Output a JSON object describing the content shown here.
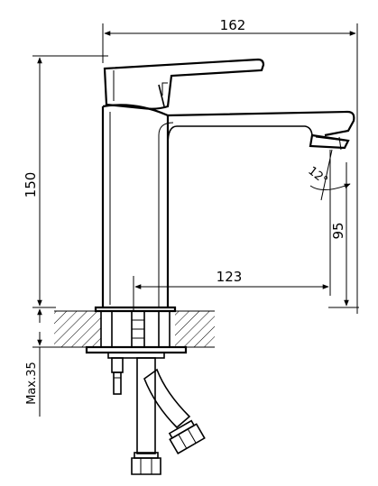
{
  "dimensions": {
    "total_width": "162",
    "height": "150",
    "spout_height": "95",
    "spout_reach": "123",
    "deck_thickness": "Max.35",
    "spout_angle": "12°"
  }
}
